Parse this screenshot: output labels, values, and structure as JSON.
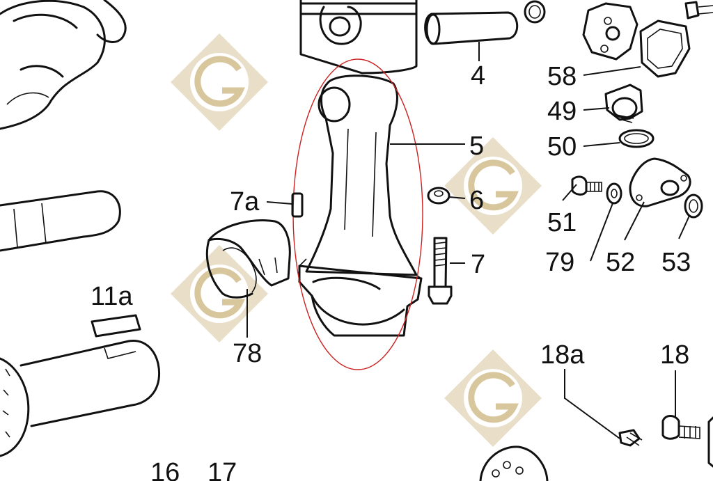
{
  "labels": {
    "n4": "4",
    "n5": "5",
    "n6": "6",
    "n7": "7",
    "n7a": "7a",
    "n11a": "11a",
    "n16": "16",
    "n17": "17",
    "n18": "18",
    "n18a": "18a",
    "n49": "49",
    "n50": "50",
    "n51": "51",
    "n52": "52",
    "n53": "53",
    "n58": "58",
    "n78": "78",
    "n79": "79"
  },
  "watermark": {
    "letter": "G",
    "color": "#e9dfc8"
  },
  "highlight": {
    "color": "#cc2222",
    "target": "connecting-rod"
  }
}
